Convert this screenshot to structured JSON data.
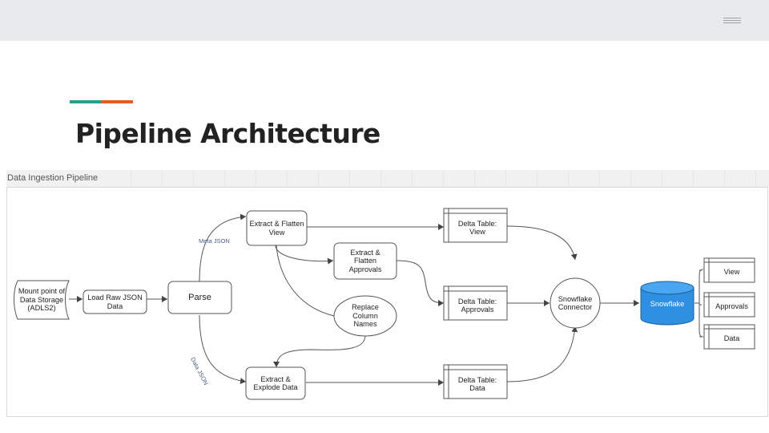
{
  "header": {
    "menu_icon": "hamburger-menu-icon"
  },
  "slide": {
    "title": "Pipeline Architecture",
    "accent_colors": [
      "#2a9d8f",
      "#e0611f"
    ]
  },
  "diagram": {
    "canvas_title": "Data Ingestion Pipeline",
    "nodes": {
      "mount_point": "Mount point of Data Storage (ADLS2)",
      "load_raw_json": "Load Raw JSON Data",
      "parse": "Parse",
      "extract_flatten_view": "Extract & Flatten View",
      "extract_flatten_approvals": "Extract & Flatten Approvals",
      "replace_column_names": "Replace Column Names",
      "extract_explode_data": "Extract & Explode Data",
      "delta_table_view": "Delta Table: View",
      "delta_table_approvals": "Delta Table: Approvals",
      "delta_table_data": "Delta Table: Data",
      "snowflake_connector": "Snowflake Connector",
      "snowflake": "Snowflake",
      "out_view": "View",
      "out_approvals": "Approvals",
      "out_data": "Data"
    },
    "edge_labels": {
      "meta_json": "Meta JSON",
      "data_json": "Data JSON"
    },
    "colors": {
      "snowflake_fill": "#2f8fe0",
      "stroke": "#5a5a5a"
    }
  }
}
